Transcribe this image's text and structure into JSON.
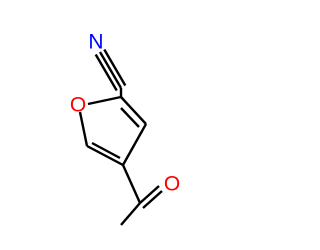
{
  "molecule": {
    "atoms": [
      {
        "symbol": "O",
        "color": "#ff0000"
      },
      {
        "symbol": "N",
        "color": "#0000ff"
      },
      {
        "symbol": "O",
        "color": "#ff0000"
      }
    ]
  }
}
